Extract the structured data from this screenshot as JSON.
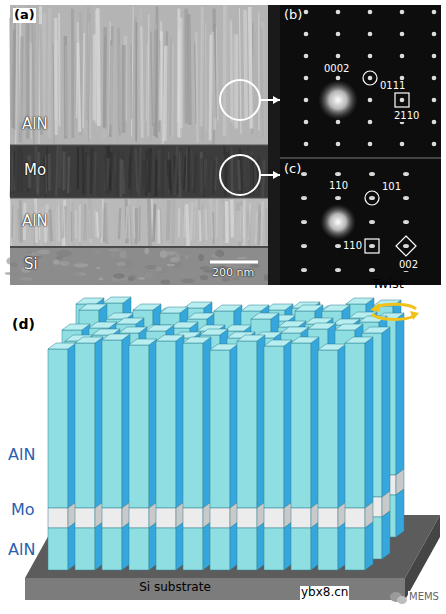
{
  "diagram": {
    "nodes": [
      {
        "text": [
          "AlN"
        ]
      },
      {
        "text": [
          "Mo"
        ]
      },
      {
        "text": [
          "AlN"
        ]
      },
      {
        "text": [
          "Si"
        ]
      },
      {
        "text": [
          "(b)"
        ]
      },
      {
        "text": [
          "(c)"
        ]
      },
      {
        "text": [
          "Si substrate"
        ]
      }
    ],
    "edges": [
      {
        "from": 0,
        "to": 4,
        "arrow": "to"
      },
      {
        "from": 1,
        "to": 5,
        "arrow": "to"
      }
    ],
    "labels": [
      "(a)",
      "200 nm",
      "0002",
      "0111",
      "2110",
      "110",
      "101",
      "110",
      "002",
      "(d)",
      "Twist",
      "AlN",
      "Mo",
      "AlN",
      "ybx8.cn",
      "MEMS"
    ]
  }
}
